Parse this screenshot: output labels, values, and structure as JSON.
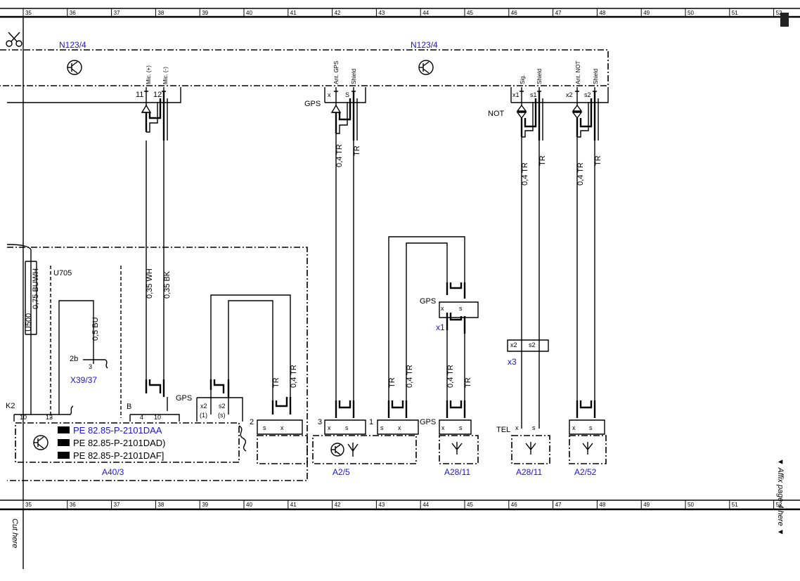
{
  "ruler": {
    "columns": [
      "35",
      "36",
      "37",
      "38",
      "39",
      "40",
      "41",
      "42",
      "43",
      "44",
      "45",
      "46",
      "47",
      "48",
      "49",
      "50",
      "51",
      "52"
    ]
  },
  "margin": {
    "cut_here": "Cut here",
    "affix_page": "▼ Affix page 4 here ▼"
  },
  "components": {
    "n123_left": "N123/4",
    "n123_right": "N123/4",
    "a40_3": "A40/3",
    "a2_5": "A2/5",
    "a28_11_a": "A28/11",
    "a28_11_b": "A28/11",
    "a2_52": "A2/52",
    "x39_37": "X39/37",
    "x1": "x1",
    "x3": "x3",
    "u705": "U705"
  },
  "pin_labels": {
    "mic_plus": "Mic. (+)",
    "mic_minus": "Mic. (-)",
    "ant_gps": "Ant. GPS",
    "shield_1": "Shield",
    "sig": "Sig.",
    "shield_2": "Shield",
    "ant_not": "Ant. NOT",
    "shield_3": "Shield"
  },
  "pins": {
    "p11": "11",
    "p12": "12",
    "px_a": "x",
    "ps_a": "S",
    "px1": "x1",
    "ps1": "s1",
    "px2": "x2",
    "ps2": "s2",
    "p10a": "10",
    "p13": "13",
    "p4": "4",
    "p10b": "10",
    "k2": "K2",
    "b": "B",
    "p2b": "2b",
    "p3": "3",
    "x2b": "x2",
    "x2b_sub": "(1)",
    "s2b": "s2",
    "s2b_sub": "(s)",
    "num2": "2",
    "num3": "3",
    "num1": "1",
    "s_a": "s",
    "x_a": "x",
    "x_b": "x",
    "s_b": "s",
    "s_c": "s",
    "x_c": "x",
    "x_d": "x",
    "s_d": "s",
    "x_e": "x",
    "s_e": "s",
    "x_f": "x",
    "s_f": "s",
    "x_g": "x",
    "s_g": "s",
    "x1b": "x",
    "s1b": "s",
    "x3a": "x2",
    "x3b": "s2"
  },
  "signals": {
    "gps_top": "GPS",
    "not_top": "NOT",
    "gps_a40": "GPS",
    "gps_x1": "GPS",
    "gps_a28": "GPS",
    "tel": "TEL"
  },
  "wires": {
    "w035wh": "0,35 WH",
    "w035bk": "0,35 BK",
    "w04tr_a": "0,4 TR",
    "tr_a": "TR",
    "w04tr_b": "0,4 TR",
    "tr_b": "TR",
    "w04tr_c": "0,4 TR",
    "tr_c": "TR",
    "w075buwh": "0,75 BUWH",
    "u500": "U500",
    "w05bu": "0,5 BU",
    "tr_d": "TR",
    "w04tr_d": "0,4 TR",
    "tr_e": "TR",
    "w04tr_e": "0,4 TR",
    "w04tr_f": "0,4 TR",
    "tr_f": "TR"
  },
  "references": [
    "PE 82.85-P-2101DAA",
    "PE 82.85-P-2101DAD)",
    "PE 82.85-P-2101DAF]"
  ],
  "colors": {
    "line": "#000000",
    "label_blue": "#1a14d8"
  }
}
